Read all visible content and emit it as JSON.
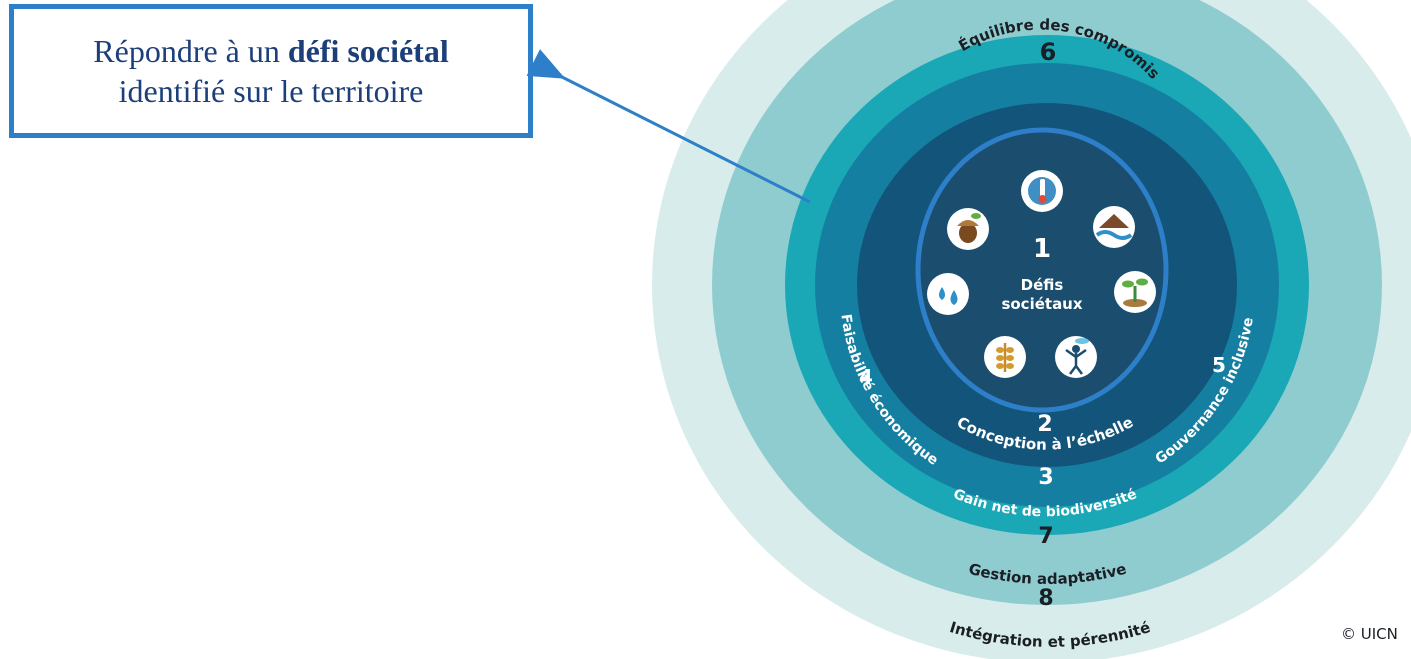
{
  "callout": {
    "line1_pre": "Répondre à un ",
    "line1_bold": "défi sociétal",
    "line2": "identifié sur le territoire"
  },
  "diagram": {
    "center": {
      "number": "1",
      "line1": "Défis",
      "line2": "sociétaux"
    },
    "criterion_2": {
      "number": "2",
      "label": "Conception à l’échelle"
    },
    "criterion_3": {
      "number": "3",
      "label": "Gain net de biodiversité"
    },
    "criterion_4": {
      "number": "4",
      "label": "Faisabilité économique"
    },
    "criterion_5": {
      "number": "5",
      "label": "Gouvernance inclusive"
    },
    "criterion_6": {
      "number": "6",
      "label": "Équilibre des compromis"
    },
    "criterion_7": {
      "number": "7",
      "label": "Gestion adaptative"
    },
    "criterion_8": {
      "number": "8",
      "label": "Intégration et pérennité"
    },
    "icons": [
      "climate-thermometer-icon",
      "flood-icon",
      "seedling-icon",
      "person-health-icon",
      "wheat-icon",
      "water-drops-icon",
      "acorn-icon"
    ]
  },
  "copyright": "© UICN",
  "colors": {
    "ring8": "#d9ecec",
    "ring7": "#8fcccf",
    "ring6": "#1aa7b6",
    "ring3": "#157fa2",
    "ring2": "#13557a",
    "center": "#1b4d6e",
    "highlight": "#2e7fc9"
  }
}
